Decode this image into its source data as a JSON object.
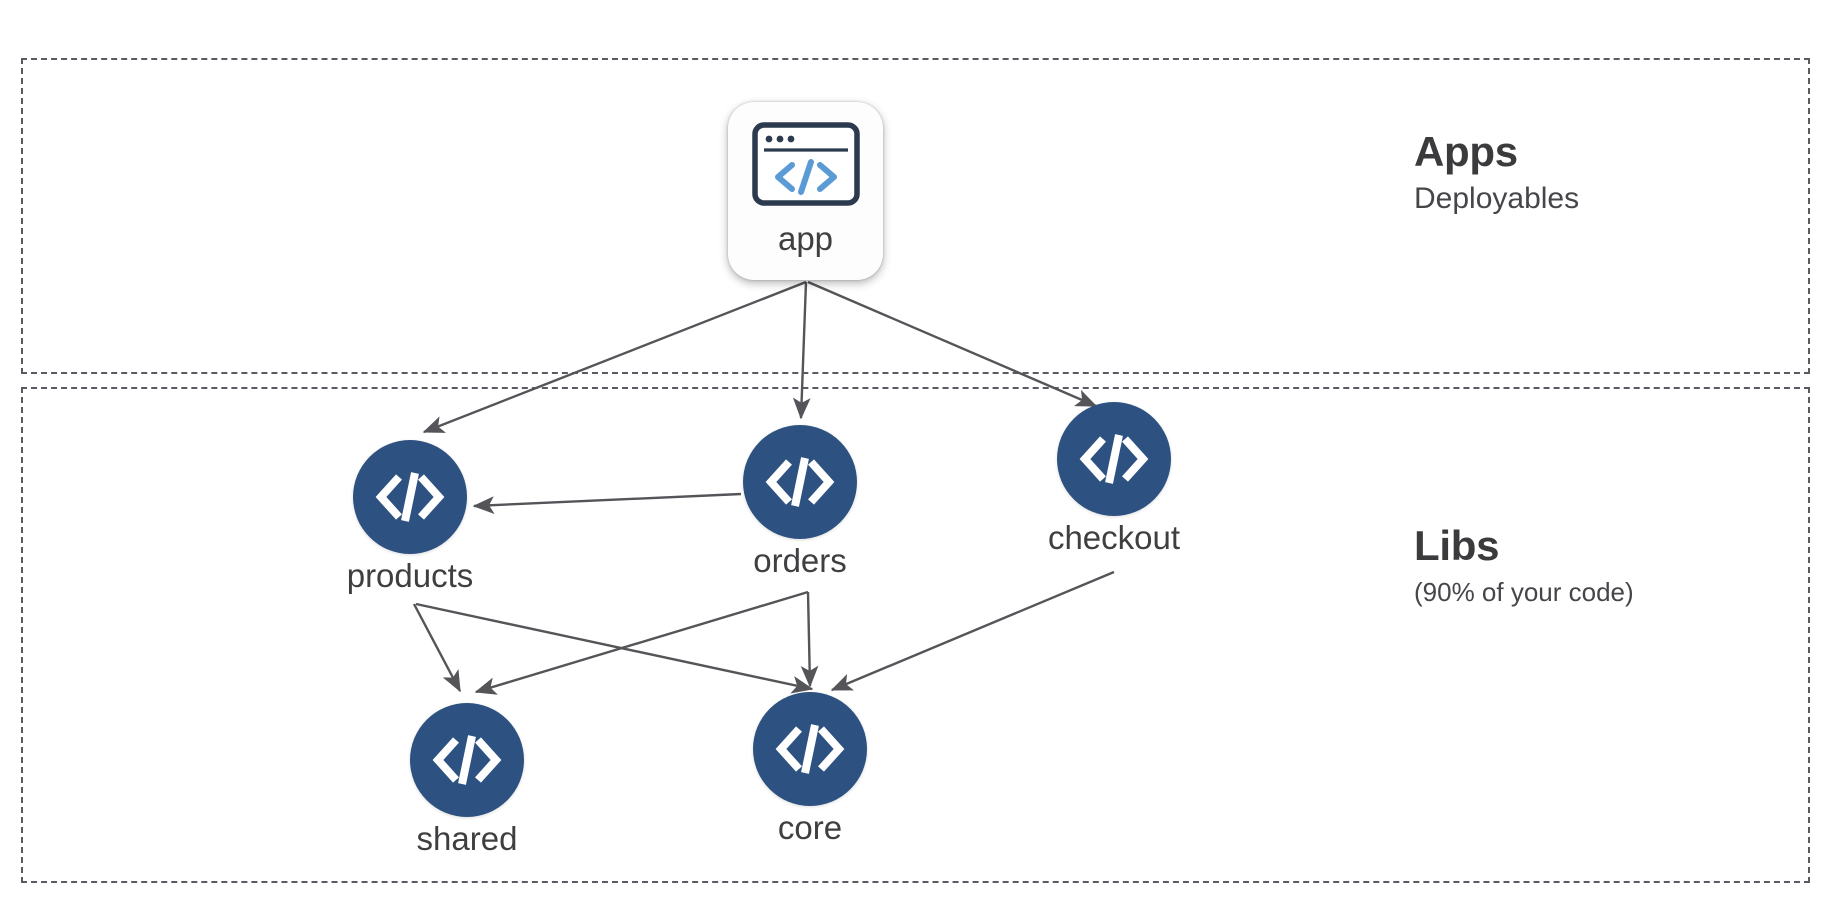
{
  "diagram": {
    "title": "Nx workspace apps and libs dependency graph",
    "background": "#ffffff",
    "node_blue": "#2d5180",
    "icon_border": "#2c3a4f",
    "icon_accent": "#5b9bd5",
    "edge_color": "#555559",
    "zone_border": "#5a5a62",
    "text_color": "#3f3f42"
  },
  "zones": [
    {
      "id": "apps",
      "title": "Apps",
      "subtitle": "Deployables"
    },
    {
      "id": "libs",
      "title": "Libs",
      "subtitle": "(90% of your code)"
    }
  ],
  "nodes": {
    "app": {
      "label": "app",
      "type": "application",
      "icon": "browser-code-icon"
    },
    "products": {
      "label": "products",
      "type": "library",
      "icon": "code-brackets-icon"
    },
    "orders": {
      "label": "orders",
      "type": "library",
      "icon": "code-brackets-icon"
    },
    "checkout": {
      "label": "checkout",
      "type": "library",
      "icon": "code-brackets-icon"
    },
    "shared": {
      "label": "shared",
      "type": "library",
      "icon": "code-brackets-icon"
    },
    "core": {
      "label": "core",
      "type": "library",
      "icon": "code-brackets-icon"
    }
  },
  "edges": [
    {
      "from": "app",
      "to": "products"
    },
    {
      "from": "app",
      "to": "orders"
    },
    {
      "from": "app",
      "to": "checkout"
    },
    {
      "from": "orders",
      "to": "products"
    },
    {
      "from": "products",
      "to": "shared"
    },
    {
      "from": "products",
      "to": "core"
    },
    {
      "from": "orders",
      "to": "shared"
    },
    {
      "from": "orders",
      "to": "core"
    },
    {
      "from": "checkout",
      "to": "core"
    }
  ]
}
